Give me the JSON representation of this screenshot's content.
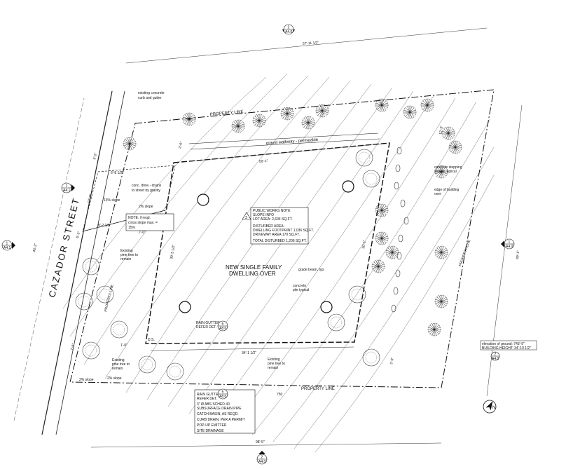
{
  "street_name": "CAZADOR STREET",
  "dwelling": {
    "line1": "NEW SINGLE FAMILY",
    "line2": "DWELLING OVER"
  },
  "property_line_top": "PROPERTY LINE",
  "property_line_bottom": "PROPERTY LINE",
  "property_line_left": "PROPERTY LINE",
  "property_line_right": "PROPERTY LINE",
  "dimensions": {
    "top": "57'-11 1/2\"",
    "bottom": "98'-5\"",
    "right": "49'-1\"",
    "left_far": "43'-2\"",
    "inner_top": "50'-1\"",
    "inner_bottom": "34'-1 1/2\"",
    "inner_left": "39'-5 1/2\"",
    "inner_right": "30'-1\"",
    "drive_width": "6'-8 1/2\"",
    "d1": "8'-2 1/2\"",
    "d2": "7'-0\"",
    "d3": "1'-0\"",
    "d4": "3'-0\"",
    "d5": "2'-6\"",
    "d6": "10'-0\"",
    "d7": "5'-0\"",
    "d8": "7'-6\"",
    "d9": "12'-3\"",
    "d10": "2'-0\""
  },
  "notes": {
    "curb": [
      "existing concrete",
      "curb and gutter"
    ],
    "walkway": "gravel walkway - permeable",
    "drive": [
      "conc. drive - drains",
      "to street by gravity"
    ],
    "slope1": "13% slope",
    "slope2": "2% slope",
    "slope3": "2% slope",
    "slope4": "2% slope",
    "note_box": [
      "NOTE: if reqd.",
      "cross slope max. =",
      "15%"
    ],
    "pine1": [
      "Existing",
      "pine tree to",
      "remain"
    ],
    "pine2": [
      "Existing",
      "pine tree to",
      "remain"
    ],
    "pine3": [
      "Existing",
      "pine tree to",
      "remain"
    ],
    "stepping": [
      "concrete stepping",
      "stones, typical"
    ],
    "edge": [
      "edge of building",
      "over"
    ],
    "grade_beam": "grade beam, typ.",
    "pile": [
      "concrete",
      "pile typical"
    ],
    "gutter1": [
      "RAIN GUTTER",
      "REFER DET."
    ],
    "ds": "D.S.",
    "elevation": [
      "elevation of ground: 743'-9\"",
      "BUILDING HEIGHT: 34'-10 1/2\""
    ],
    "contour": "750"
  },
  "public_works": {
    "tag": "3",
    "lines": [
      "PUBLIC WORKS NOTE",
      "SLOPE INFO",
      "LOT AREA: 2,634 SQ.FT.",
      "",
      "DISTURBED AREA:",
      "DWELLING FOOTPRINT   1,036 SQ.FT.",
      "DRIVEWAY AREA          170 SQ.FT.",
      "",
      "TOTAL DISTURBED        1,206 SQ.FT."
    ]
  },
  "legend": [
    "RAIN GUTTER",
    "REFER DET.",
    "3\" Ø ABS SCHED 40",
    "SUBSURFACE DRAIN PIPE",
    "CATCH BASIN, AS REQD.",
    "CURB DRAIN, PER A PERMIT",
    "POP-UP EMITTER",
    "SITE DRAINAGE"
  ],
  "section_marks": [
    {
      "num": "2",
      "sheet": "A4.0"
    },
    {
      "num": "1",
      "sheet": "A4.1"
    },
    {
      "num": "1",
      "sheet": "A4.1"
    },
    {
      "num": "1",
      "sheet": "A4.0"
    },
    {
      "num": "2",
      "sheet": "A4.0"
    },
    {
      "num": "2",
      "sheet": "A4.0"
    }
  ],
  "detail_marks": [
    {
      "num": "6",
      "sheet": "A8.0"
    },
    {
      "num": "5",
      "sheet": "A8.0"
    },
    {
      "num": "2",
      "sheet": "A4.0"
    }
  ],
  "north": "N",
  "tree_count": 28
}
